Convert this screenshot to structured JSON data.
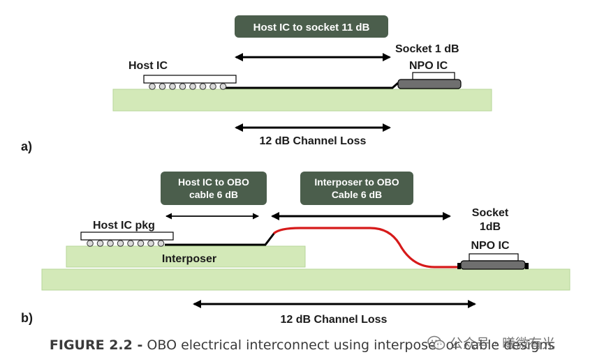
{
  "panel_a": {
    "tag": "a)",
    "pill": "Host IC to socket 11 dB",
    "host_label": "Host IC",
    "socket_label": "Socket 1 dB",
    "npo_label": "NPO IC",
    "channel_loss": "12 dB Channel Loss"
  },
  "panel_b": {
    "tag": "b)",
    "pill_host_line1": "Host IC to OBO",
    "pill_host_line2": "cable 6 dB",
    "pill_interposer_line1": "Interposer to OBO",
    "pill_interposer_line2": "Cable 6 dB",
    "host_pkg_label": "Host IC pkg",
    "interposer_label": "Interposer",
    "socket_line1": "Socket",
    "socket_line2": "1dB",
    "npo_label": "NPO IC",
    "channel_loss": "12 dB Channel Loss"
  },
  "caption": {
    "figure": "FIGURE 2.2 -",
    "text": "OBO electrical interconnect using interposer or cable designs"
  },
  "watermark": {
    "text": "公众号 · 曦微有光",
    "icon": "wechat-icon"
  },
  "colors": {
    "board": "#d3e9b8",
    "board_edge": "#b7d69a",
    "pill": "#4b5e4c",
    "cable": "#d61a1a",
    "ic_gray": "#6f6f6f"
  }
}
